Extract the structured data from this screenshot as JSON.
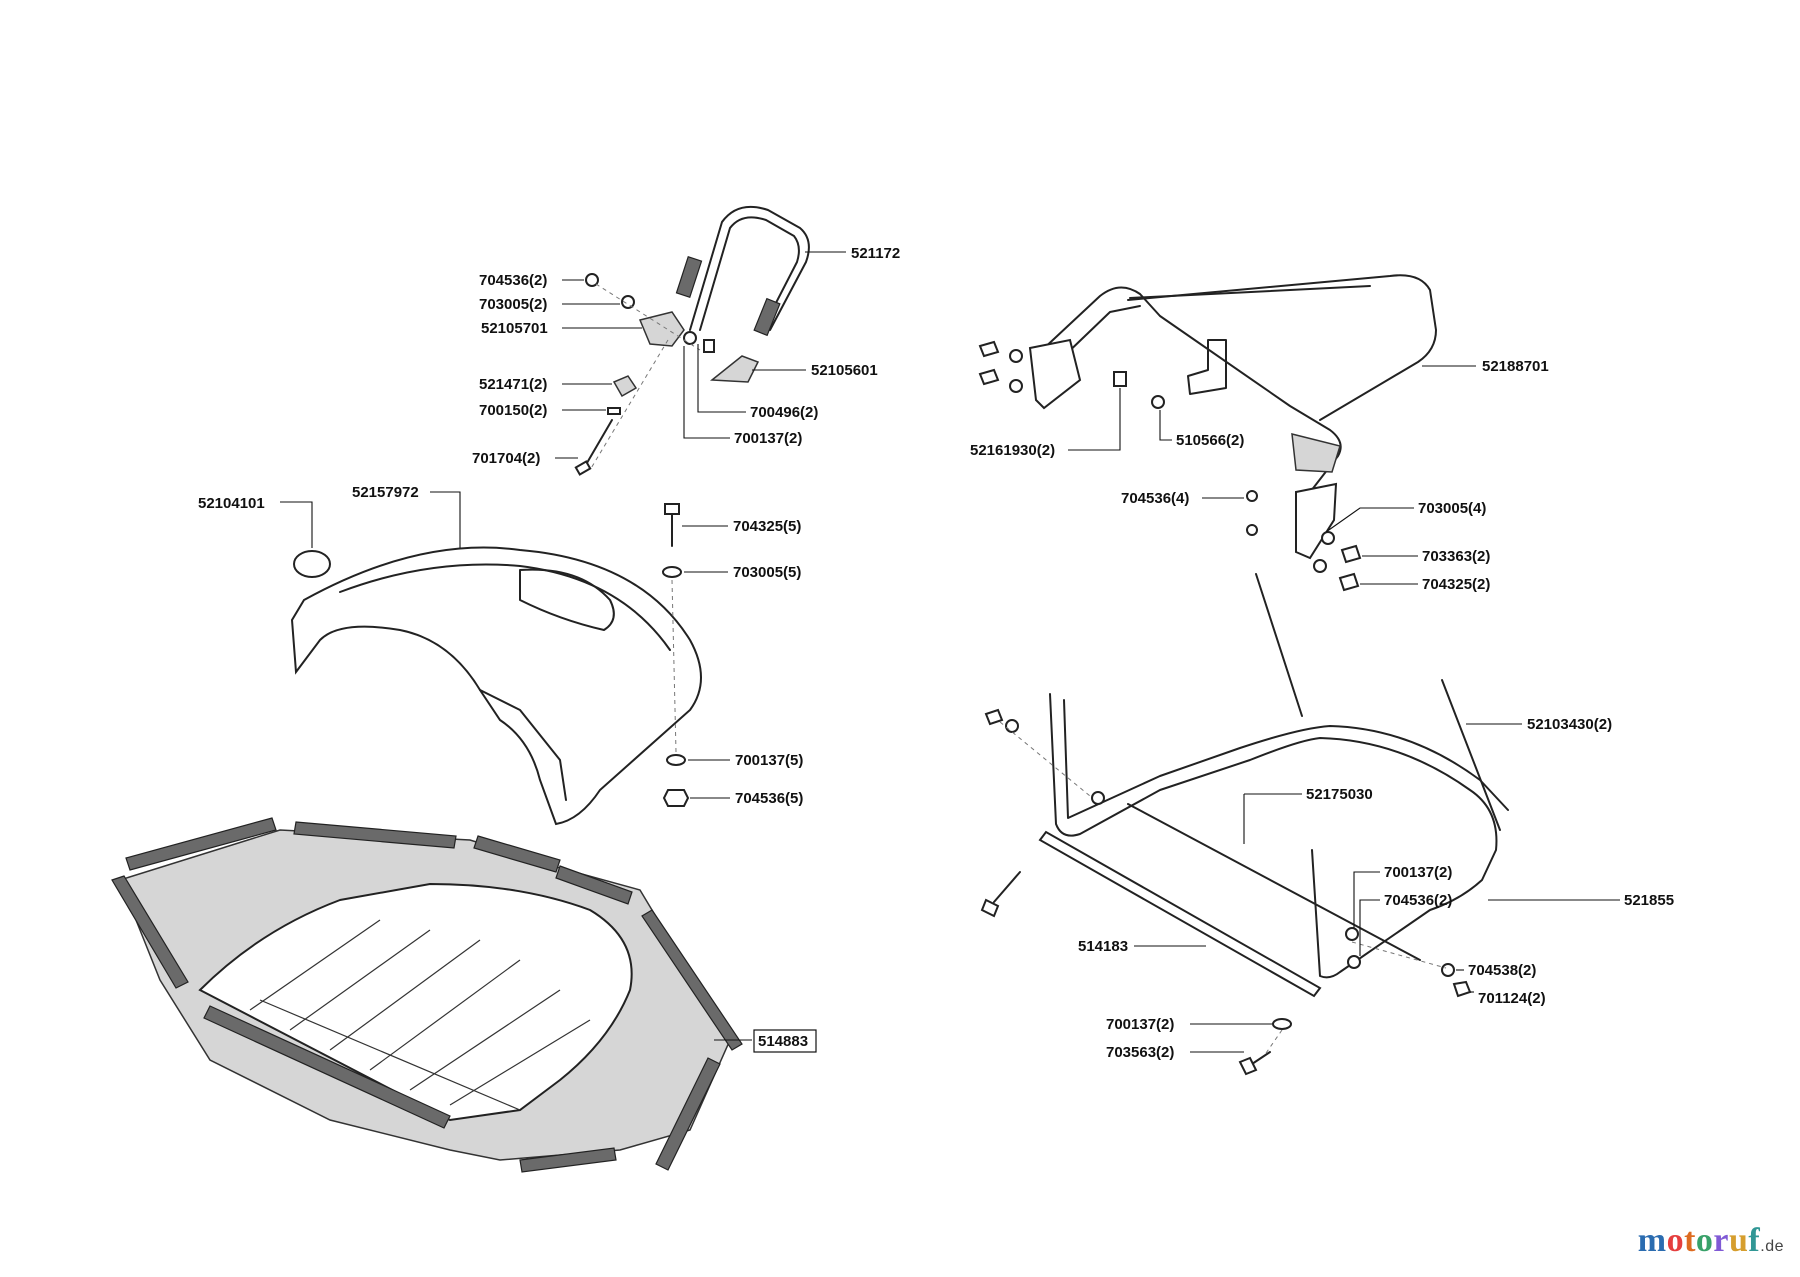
{
  "labels": {
    "l521172": "521172",
    "l704536_2a": "704536(2)",
    "l703005_2": "703005(2)",
    "l52105701": "52105701",
    "l52105601": "52105601",
    "l521471_2": "521471(2)",
    "l700150_2": "700150(2)",
    "l700496_2": "700496(2)",
    "l700137_2a": "700137(2)",
    "l701704_2": "701704(2)",
    "l52104101": "52104101",
    "l52157972": "52157972",
    "l704325_5": "704325(5)",
    "l703005_5": "703005(5)",
    "l700137_5": "700137(5)",
    "l704536_5": "704536(5)",
    "l514883": "514883",
    "l52188701": "52188701",
    "l52161930_2": "52161930(2)",
    "l510566_2": "510566(2)",
    "l704536_4": "704536(4)",
    "l703005_4": "703005(4)",
    "l703363_2": "703363(2)",
    "l704325_2": "704325(2)",
    "l52103430_2": "52103430(2)",
    "l52175030": "52175030",
    "l700137_2b": "700137(2)",
    "l704536_2b": "704536(2)",
    "l521855": "521855",
    "l514183": "514183",
    "l704538_2": "704538(2)",
    "l701124_2": "701124(2)",
    "l700137_2c": "700137(2)",
    "l703563_2": "703563(2)"
  },
  "logo": {
    "name": "motoruf",
    "domain": ".de"
  },
  "colors": {
    "line": "#222222",
    "shade": "#d6d6d6",
    "dark_part": "#6a6a6a"
  }
}
